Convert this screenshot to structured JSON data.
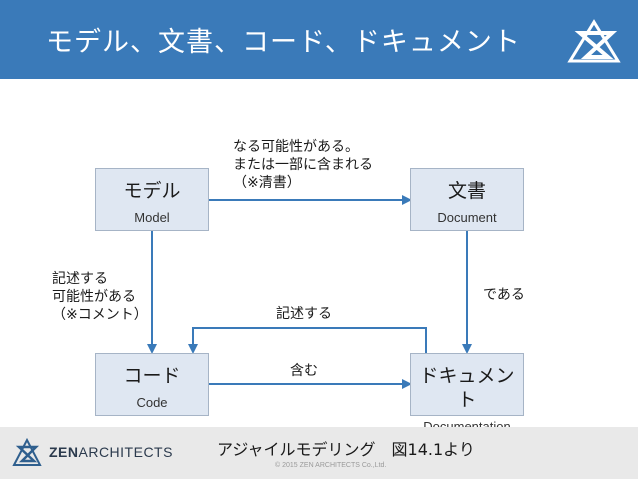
{
  "header": {
    "title": "モデル、文書、コード、ドキュメント",
    "background": "#3a7ab9"
  },
  "diagram": {
    "nodes": {
      "model": {
        "title": "モデル",
        "subtitle": "Model"
      },
      "document": {
        "title": "文書",
        "subtitle": "Document"
      },
      "code": {
        "title": "コード",
        "subtitle": "Code"
      },
      "documentation": {
        "title": "ドキュメント",
        "subtitle": "Documentation"
      }
    },
    "edges": {
      "model_to_document": [
        "なる可能性がある。",
        "または一部に含まれる",
        "（※清書）"
      ],
      "model_to_code": [
        "記述する",
        "可能性がある",
        "（※コメント）"
      ],
      "document_to_documentation": "である",
      "documentation_to_code": "記述する",
      "code_to_documentation": "含む"
    },
    "box_fill": "#dfe7f2",
    "arrow_color": "#3a7ab9"
  },
  "footer": {
    "brand_prefix": "ZEN",
    "brand_suffix": "ARCHITECTS",
    "caption": "アジャイルモデリング　図14.1より",
    "copyright": "© 2015 ZEN ARCHITECTS Co.,Ltd."
  }
}
